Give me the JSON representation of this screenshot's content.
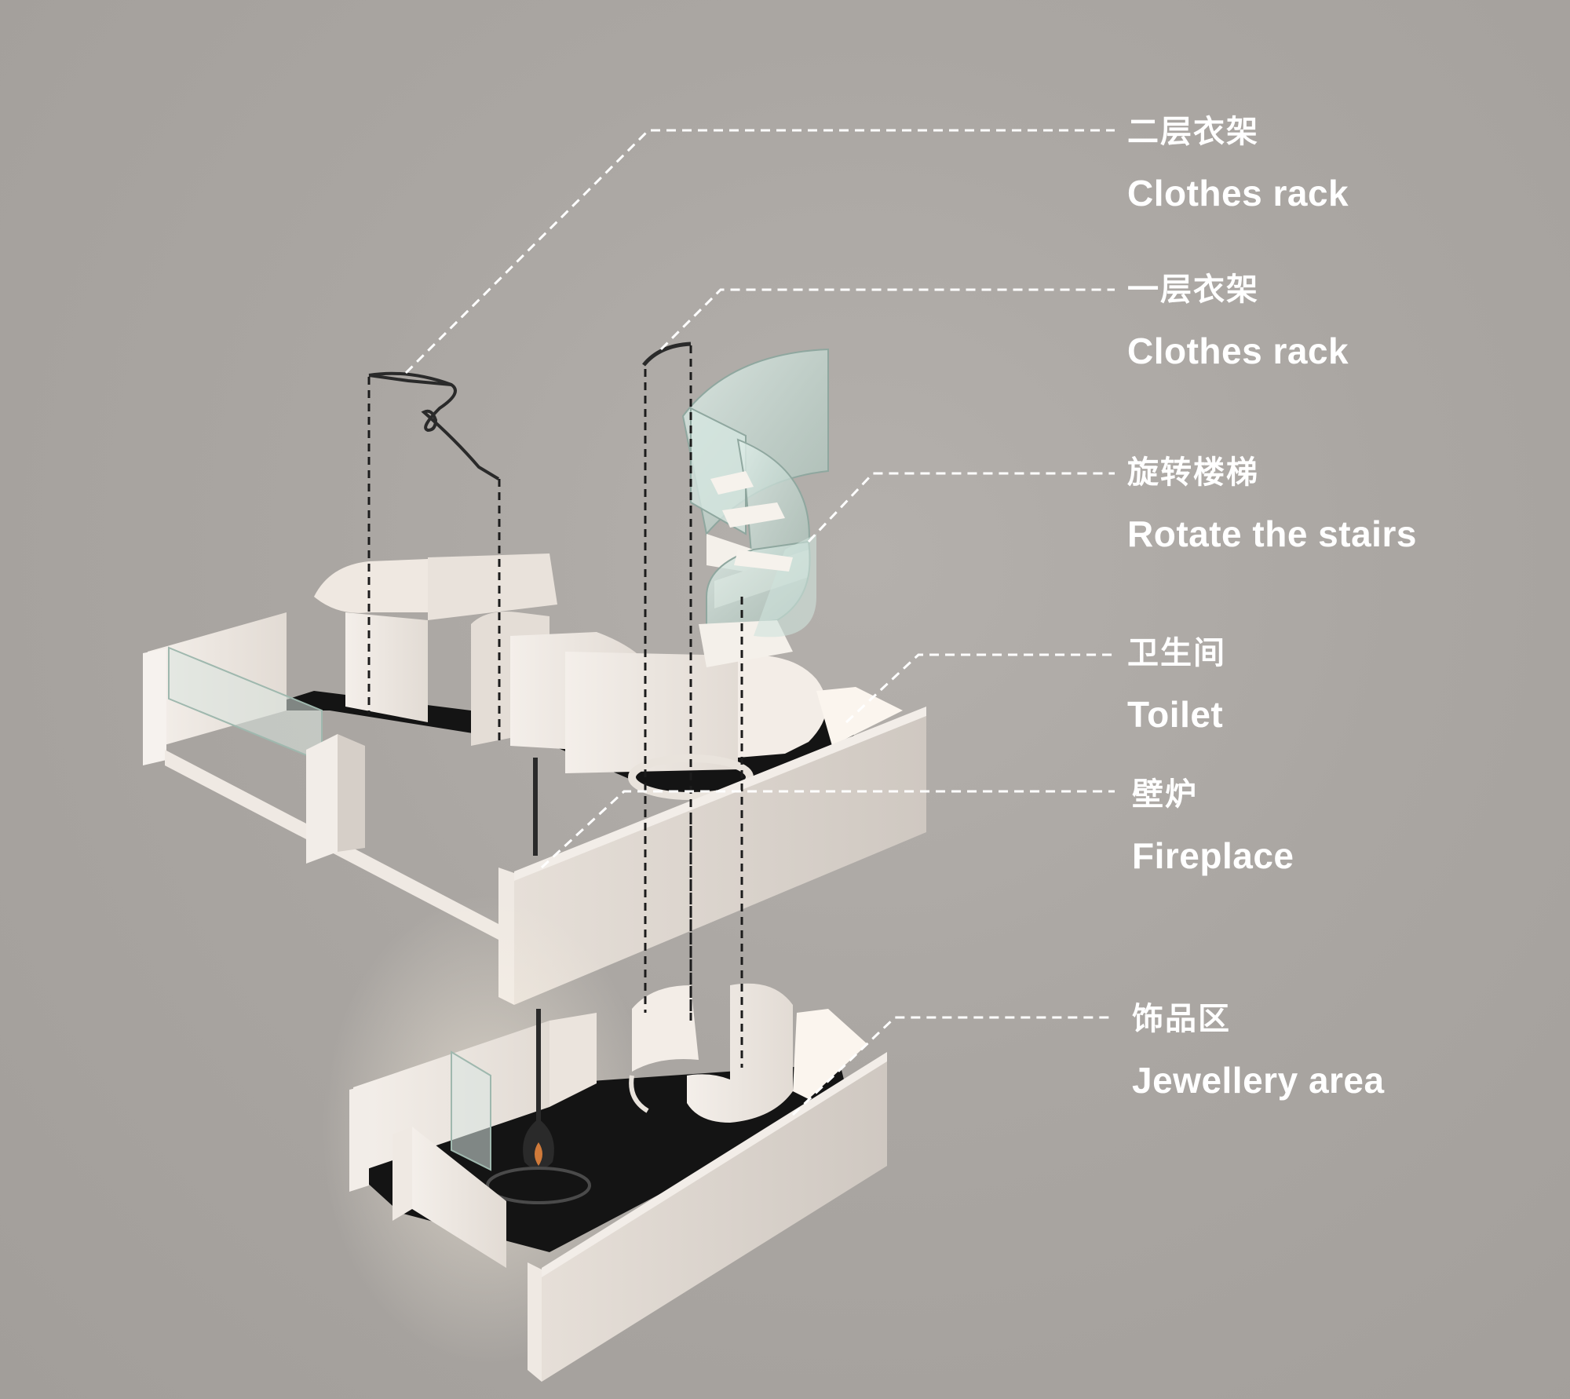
{
  "colors": {
    "background": "#aaa6a2",
    "wall": "#ece6e0",
    "wall_shade": "#d9d2cb",
    "floor": "#141414",
    "leader": "#ffffff",
    "label_text": "#ffffff",
    "glass": "#cfe3dc"
  },
  "labels": [
    {
      "cn": "二层衣架",
      "en": "Clothes rack"
    },
    {
      "cn": "一层衣架",
      "en": "Clothes rack"
    },
    {
      "cn": "旋转楼梯",
      "en": "Rotate the stairs"
    },
    {
      "cn": "卫生间",
      "en": "Toilet"
    },
    {
      "cn": "壁炉",
      "en": "Fireplace"
    },
    {
      "cn": "饰品区",
      "en": "Jewellery area"
    }
  ]
}
